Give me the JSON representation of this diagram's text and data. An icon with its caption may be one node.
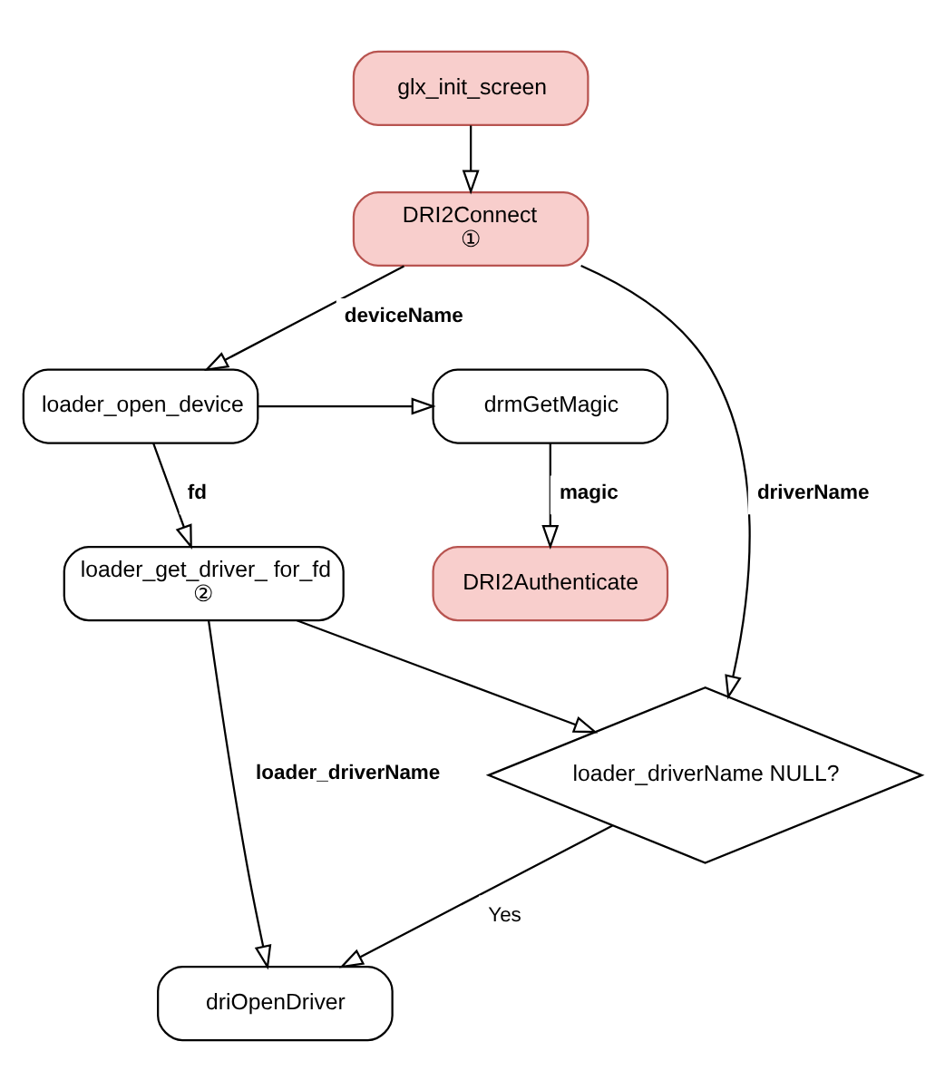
{
  "diagram": {
    "nodes": [
      {
        "text": [
          "glx_init_screen"
        ]
      },
      {
        "text": [
          "DRI2Connect",
          "①"
        ]
      },
      {
        "text": [
          "loader_open_device"
        ]
      },
      {
        "text": [
          "drmGetMagic"
        ]
      },
      {
        "text": [
          "DRI2Authenticate"
        ]
      },
      {
        "text": [
          "loader_get_driver_ for_fd",
          "②"
        ]
      },
      {
        "text": [
          "loader_driverName NULL?"
        ]
      },
      {
        "text": [
          "driOpenDriver"
        ]
      }
    ],
    "edges": [
      {
        "from": 0,
        "to": 1,
        "arrow": "to"
      },
      {
        "from": 1,
        "to": 2,
        "arrow": "to",
        "label": "deviceName"
      },
      {
        "from": 1,
        "to": 6,
        "arrow": "to",
        "label": "driverName"
      },
      {
        "from": 2,
        "to": 3,
        "arrow": "to"
      },
      {
        "from": 2,
        "to": 5,
        "arrow": "to",
        "label": "fd"
      },
      {
        "from": 3,
        "to": 4,
        "arrow": "to",
        "label": "magic"
      },
      {
        "from": 5,
        "to": 6,
        "arrow": "to"
      },
      {
        "from": 5,
        "to": 7,
        "arrow": "to",
        "label": "loader_driverName"
      },
      {
        "from": 6,
        "to": 7,
        "arrow": "to",
        "label": "Yes"
      }
    ]
  }
}
